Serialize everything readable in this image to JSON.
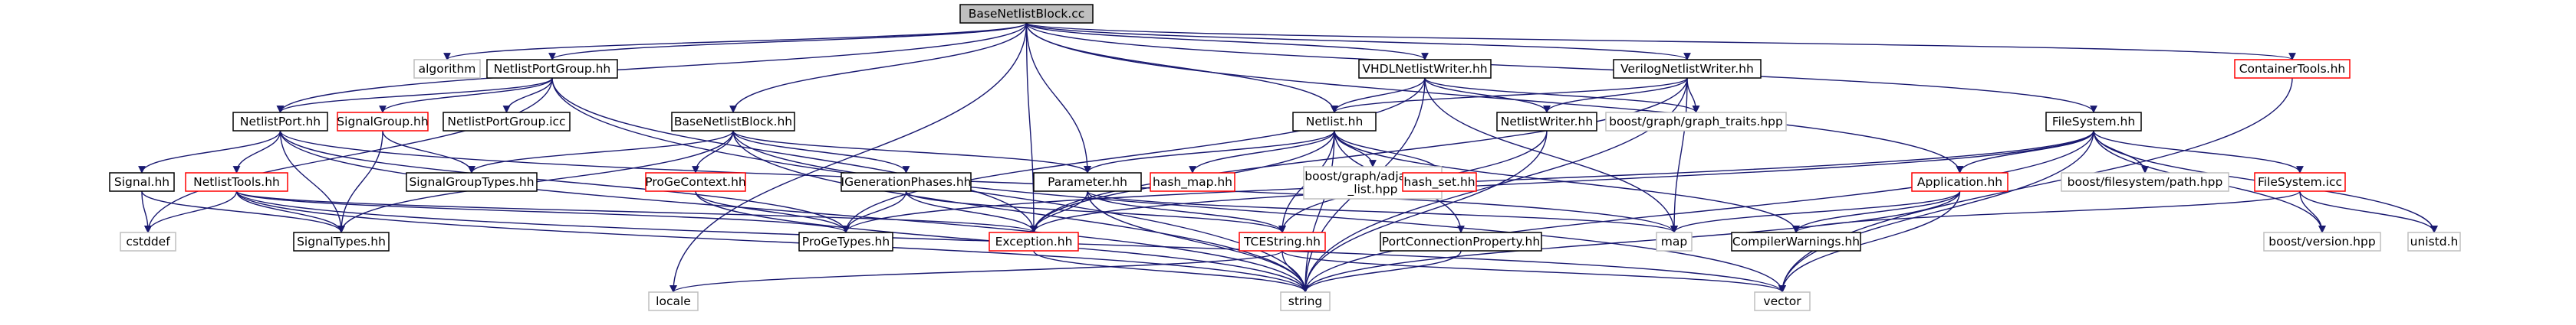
{
  "graph": {
    "nodes": [
      {
        "id": "root",
        "label": "BaseNetlistBlock.cc",
        "style": "root"
      },
      {
        "id": "algorithm",
        "label": "algorithm",
        "style": "gray"
      },
      {
        "id": "npg_hh",
        "label": "NetlistPortGroup.hh",
        "style": "normal"
      },
      {
        "id": "vhdl",
        "label": "VHDLNetlistWriter.hh",
        "style": "normal"
      },
      {
        "id": "verilog",
        "label": "VerilogNetlistWriter.hh",
        "style": "normal"
      },
      {
        "id": "container",
        "label": "ContainerTools.hh",
        "style": "red"
      },
      {
        "id": "nport",
        "label": "NetlistPort.hh",
        "style": "normal"
      },
      {
        "id": "siggroup",
        "label": "SignalGroup.hh",
        "style": "red"
      },
      {
        "id": "npg_icc",
        "label": "NetlistPortGroup.icc",
        "style": "normal"
      },
      {
        "id": "bnb_hh",
        "label": "BaseNetlistBlock.hh",
        "style": "normal"
      },
      {
        "id": "netlist",
        "label": "Netlist.hh",
        "style": "normal"
      },
      {
        "id": "nwriter",
        "label": "NetlistWriter.hh",
        "style": "normal"
      },
      {
        "id": "graph_traits",
        "label": "boost/graph/graph_traits.hpp",
        "style": "gray"
      },
      {
        "id": "filesystem_hh",
        "label": "FileSystem.hh",
        "style": "normal"
      },
      {
        "id": "signal",
        "label": "Signal.hh",
        "style": "normal"
      },
      {
        "id": "ntools",
        "label": "NetlistTools.hh",
        "style": "red"
      },
      {
        "id": "sgtypes",
        "label": "SignalGroupTypes.hh",
        "style": "normal"
      },
      {
        "id": "progectx",
        "label": "ProGeContext.hh",
        "style": "red"
      },
      {
        "id": "igen",
        "label": "IGenerationPhases.hh",
        "style": "normal"
      },
      {
        "id": "param",
        "label": "Parameter.hh",
        "style": "normal"
      },
      {
        "id": "hashmap",
        "label": "hash_map.hh",
        "style": "red"
      },
      {
        "id": "adjlist",
        "label": [
          "boost/graph/adjacency",
          "_list.hpp"
        ],
        "style": "gray"
      },
      {
        "id": "hashset",
        "label": "hash_set.hh",
        "style": "red"
      },
      {
        "id": "application",
        "label": "Application.hh",
        "style": "red"
      },
      {
        "id": "fspath",
        "label": "boost/filesystem/path.hpp",
        "style": "gray"
      },
      {
        "id": "fs_icc",
        "label": "FileSystem.icc",
        "style": "red"
      },
      {
        "id": "cstddef",
        "label": "cstddef",
        "style": "gray"
      },
      {
        "id": "sigtypes",
        "label": "SignalTypes.hh",
        "style": "normal"
      },
      {
        "id": "progetypes",
        "label": "ProGeTypes.hh",
        "style": "normal"
      },
      {
        "id": "exception",
        "label": "Exception.hh",
        "style": "red"
      },
      {
        "id": "tcestring",
        "label": "TCEString.hh",
        "style": "red"
      },
      {
        "id": "portconn",
        "label": "PortConnectionProperty.hh",
        "style": "normal"
      },
      {
        "id": "map",
        "label": "map",
        "style": "gray"
      },
      {
        "id": "compwarn",
        "label": "CompilerWarnings.hh",
        "style": "normal"
      },
      {
        "id": "bversion",
        "label": "boost/version.hpp",
        "style": "gray"
      },
      {
        "id": "unistd",
        "label": "unistd.h",
        "style": "gray"
      },
      {
        "id": "locale",
        "label": "locale",
        "style": "gray"
      },
      {
        "id": "string",
        "label": "string",
        "style": "gray"
      },
      {
        "id": "vector",
        "label": "vector",
        "style": "gray"
      }
    ],
    "edges": [
      [
        "root",
        "algorithm"
      ],
      [
        "root",
        "npg_hh"
      ],
      [
        "root",
        "vhdl"
      ],
      [
        "root",
        "verilog"
      ],
      [
        "root",
        "container"
      ],
      [
        "root",
        "nport"
      ],
      [
        "root",
        "bnb_hh"
      ],
      [
        "root",
        "netlist"
      ],
      [
        "root",
        "filesystem_hh"
      ],
      [
        "root",
        "param"
      ],
      [
        "root",
        "application"
      ],
      [
        "root",
        "exception"
      ],
      [
        "root",
        "locale"
      ],
      [
        "npg_hh",
        "nport"
      ],
      [
        "npg_hh",
        "siggroup"
      ],
      [
        "npg_hh",
        "npg_icc"
      ],
      [
        "npg_hh",
        "cstddef"
      ],
      [
        "npg_hh",
        "exception"
      ],
      [
        "npg_hh",
        "string"
      ],
      [
        "vhdl",
        "netlist"
      ],
      [
        "vhdl",
        "nwriter"
      ],
      [
        "vhdl",
        "graph_traits"
      ],
      [
        "vhdl",
        "progetypes"
      ],
      [
        "vhdl",
        "map"
      ],
      [
        "vhdl",
        "string"
      ],
      [
        "verilog",
        "netlist"
      ],
      [
        "verilog",
        "nwriter"
      ],
      [
        "verilog",
        "graph_traits"
      ],
      [
        "verilog",
        "map"
      ],
      [
        "verilog",
        "string"
      ],
      [
        "verilog",
        "exception"
      ],
      [
        "container",
        "vector"
      ],
      [
        "nport",
        "signal"
      ],
      [
        "nport",
        "ntools"
      ],
      [
        "nport",
        "sigtypes"
      ],
      [
        "nport",
        "progetypes"
      ],
      [
        "nport",
        "map"
      ],
      [
        "nport",
        "string"
      ],
      [
        "siggroup",
        "sgtypes"
      ],
      [
        "siggroup",
        "sigtypes"
      ],
      [
        "bnb_hh",
        "sgtypes"
      ],
      [
        "bnb_hh",
        "progectx"
      ],
      [
        "bnb_hh",
        "igen"
      ],
      [
        "bnb_hh",
        "param"
      ],
      [
        "bnb_hh",
        "sigtypes"
      ],
      [
        "bnb_hh",
        "string"
      ],
      [
        "bnb_hh",
        "vector"
      ],
      [
        "netlist",
        "param"
      ],
      [
        "netlist",
        "hashmap"
      ],
      [
        "netlist",
        "adjlist"
      ],
      [
        "netlist",
        "hashset"
      ],
      [
        "netlist",
        "exception"
      ],
      [
        "netlist",
        "tcestring"
      ],
      [
        "netlist",
        "portconn"
      ],
      [
        "netlist",
        "compwarn"
      ],
      [
        "netlist",
        "string"
      ],
      [
        "nwriter",
        "tcestring"
      ],
      [
        "nwriter",
        "string"
      ],
      [
        "filesystem_hh",
        "application"
      ],
      [
        "filesystem_hh",
        "fspath"
      ],
      [
        "filesystem_hh",
        "fs_icc"
      ],
      [
        "filesystem_hh",
        "exception"
      ],
      [
        "filesystem_hh",
        "string"
      ],
      [
        "filesystem_hh",
        "vector"
      ],
      [
        "filesystem_hh",
        "unistd"
      ],
      [
        "filesystem_hh",
        "bversion"
      ],
      [
        "filesystem_hh",
        "progetypes"
      ],
      [
        "signal",
        "cstddef"
      ],
      [
        "signal",
        "sigtypes"
      ],
      [
        "ntools",
        "cstddef"
      ],
      [
        "ntools",
        "sigtypes"
      ],
      [
        "ntools",
        "progetypes"
      ],
      [
        "ntools",
        "string"
      ],
      [
        "ntools",
        "vector"
      ],
      [
        "ntools",
        "exception"
      ],
      [
        "progectx",
        "progetypes"
      ],
      [
        "progectx",
        "string"
      ],
      [
        "igen",
        "progetypes"
      ],
      [
        "igen",
        "exception"
      ],
      [
        "igen",
        "tcestring"
      ],
      [
        "param",
        "exception"
      ],
      [
        "param",
        "tcestring"
      ],
      [
        "param",
        "map"
      ],
      [
        "param",
        "string"
      ],
      [
        "application",
        "map"
      ],
      [
        "application",
        "compwarn"
      ],
      [
        "application",
        "string"
      ],
      [
        "application",
        "vector"
      ],
      [
        "fs_icc",
        "bversion"
      ],
      [
        "fs_icc",
        "unistd"
      ],
      [
        "fs_icc",
        "compwarn"
      ],
      [
        "exception",
        "string"
      ],
      [
        "tcestring",
        "locale"
      ],
      [
        "tcestring",
        "string"
      ],
      [
        "tcestring",
        "vector"
      ],
      [
        "portconn",
        "string"
      ]
    ]
  }
}
